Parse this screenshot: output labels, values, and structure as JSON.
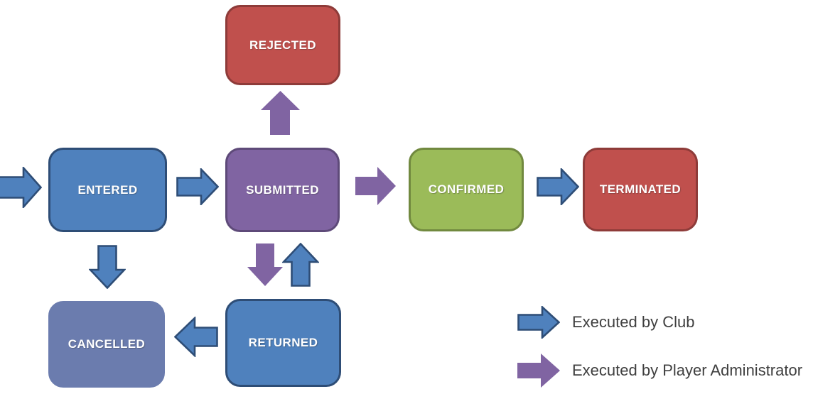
{
  "diagram_type": "state-flow",
  "nodes": [
    {
      "id": "rejected",
      "label": "REJECTED",
      "fill": "#C0504D",
      "border": "#8E3B39"
    },
    {
      "id": "entered",
      "label": "ENTERED",
      "fill": "#4F81BD",
      "border": "#2E4D76"
    },
    {
      "id": "submitted",
      "label": "SUBMITTED",
      "fill": "#8064A2",
      "border": "#5E4A79"
    },
    {
      "id": "confirmed",
      "label": "CONFIRMED",
      "fill": "#9BBB59",
      "border": "#71893F"
    },
    {
      "id": "terminated",
      "label": "TERMINATED",
      "fill": "#C0504D",
      "border": "#8E3B39"
    },
    {
      "id": "cancelled",
      "label": "CANCELLED",
      "fill": "#6B7CAE",
      "border": "#6B7CAE"
    },
    {
      "id": "returned",
      "label": "RETURNED",
      "fill": "#4F81BD",
      "border": "#2E4D76"
    }
  ],
  "edges": [
    {
      "from": "start",
      "to": "entered",
      "executed_by": "Club"
    },
    {
      "from": "entered",
      "to": "submitted",
      "executed_by": "Club"
    },
    {
      "from": "submitted",
      "to": "rejected",
      "executed_by": "Player Administrator"
    },
    {
      "from": "submitted",
      "to": "confirmed",
      "executed_by": "Player Administrator"
    },
    {
      "from": "confirmed",
      "to": "terminated",
      "executed_by": "Club"
    },
    {
      "from": "entered",
      "to": "cancelled",
      "executed_by": "Club"
    },
    {
      "from": "submitted",
      "to": "returned",
      "executed_by": "Player Administrator"
    },
    {
      "from": "returned",
      "to": "submitted",
      "executed_by": "Club"
    },
    {
      "from": "returned",
      "to": "cancelled",
      "executed_by": "Club"
    }
  ],
  "legend": {
    "items": [
      {
        "label": "Executed by Club",
        "arrow_color": "#4F81BD"
      },
      {
        "label": "Executed by Player Administrator",
        "arrow_color": "#8064A2"
      }
    ]
  },
  "colors": {
    "club_arrow_fill": "#4F81BD",
    "club_arrow_border": "#2E4D76",
    "admin_arrow_fill": "#8064A2",
    "background": "#FFFFFF",
    "node_text": "#FFFFFF",
    "legend_text": "#3F3F3F"
  }
}
